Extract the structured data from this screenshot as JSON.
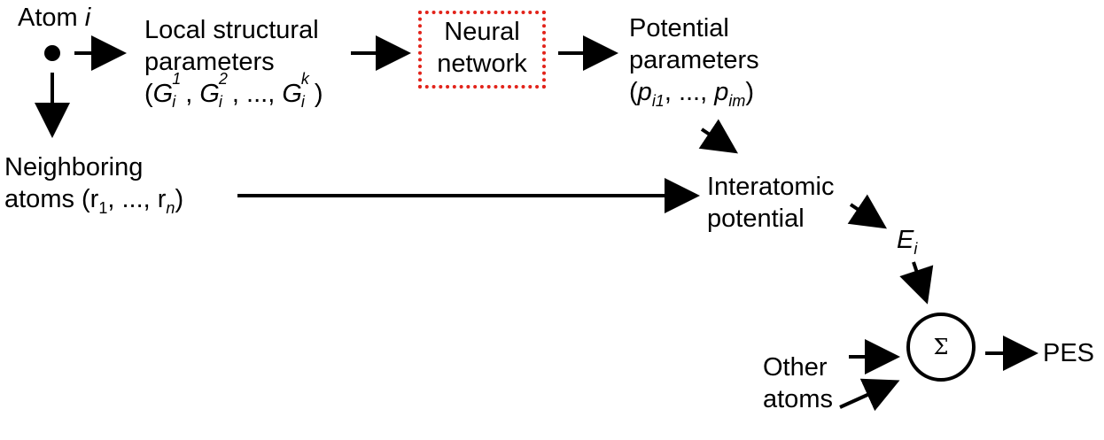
{
  "labels": {
    "atom": "Atom",
    "atom_index": "i",
    "local_line1": "Local structural",
    "local_line2": "parameters",
    "g_symbol": "G",
    "g_sub": "i",
    "g_sup1": "1",
    "g_sup2": "2",
    "g_supk": "k",
    "comma": ",",
    "ellipsis_sep": ", ...,",
    "paren_open": "(",
    "paren_close": ")",
    "neural_line1": "Neural",
    "neural_line2": "network",
    "potential_line1": "Potential",
    "potential_line2": "parameters",
    "p_symbol": "p",
    "p_sub1": "i1",
    "p_subm": "im",
    "neighbor_line1": "Neighboring",
    "neighbor_line2_a": "atoms (r",
    "neighbor_sub1": "1",
    "neighbor_mid": ", ..., r",
    "neighbor_subn": "n",
    "interatomic_line1": "Interatomic",
    "interatomic_line2": "potential",
    "e_symbol": "E",
    "e_sub": "i",
    "sum_symbol": "Σ",
    "pes": "PES",
    "other_line1": "Other",
    "other_line2": "atoms"
  },
  "colors": {
    "ink": "#000000",
    "highlight_box": "#e2231a"
  }
}
